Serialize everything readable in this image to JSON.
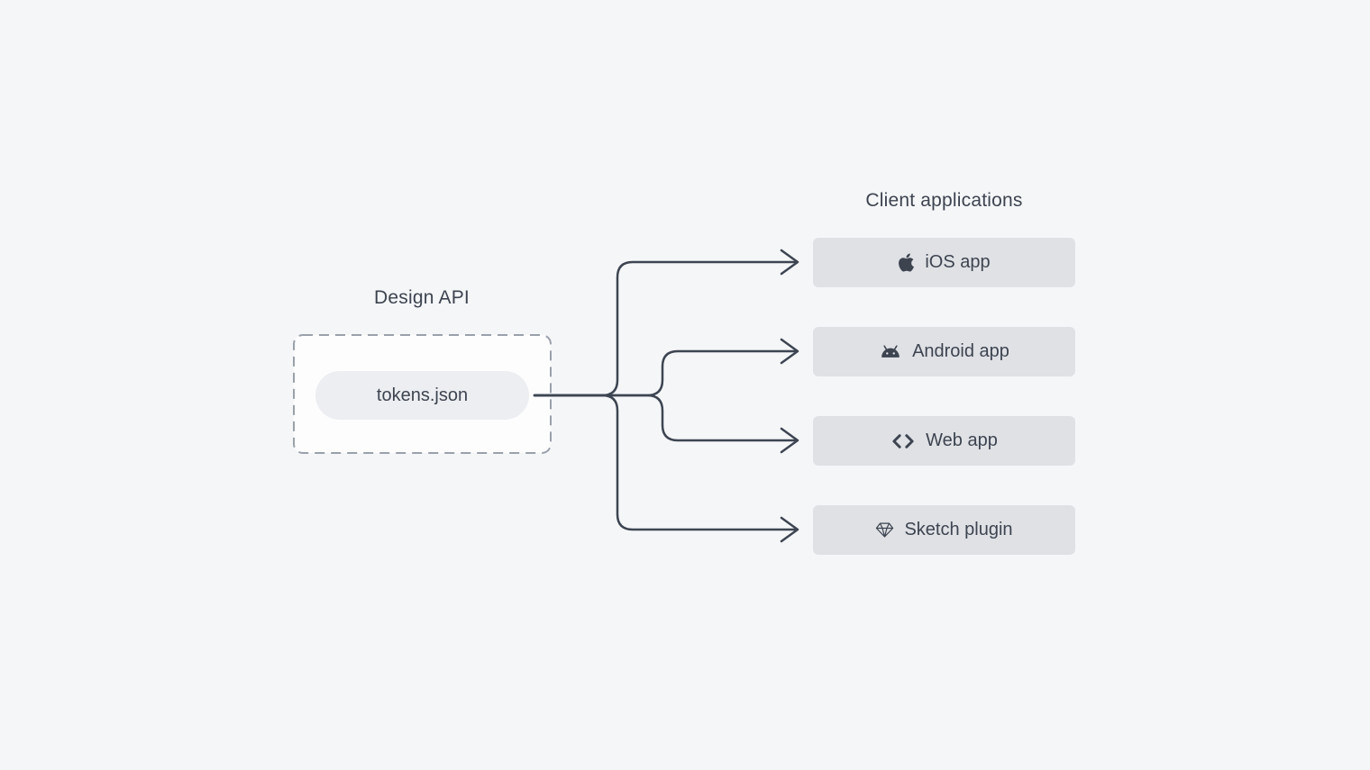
{
  "diagram": {
    "source": {
      "group_label": "Design API",
      "node_label": "tokens.json"
    },
    "clients": {
      "heading": "Client applications",
      "items": [
        {
          "label": "iOS app",
          "icon": "apple-icon"
        },
        {
          "label": "Android app",
          "icon": "android-icon"
        },
        {
          "label": "Web app",
          "icon": "code-icon"
        },
        {
          "label": "Sketch plugin",
          "icon": "diamond-icon"
        }
      ]
    },
    "edges": [
      {
        "from": "tokens.json",
        "to": "iOS app"
      },
      {
        "from": "tokens.json",
        "to": "Android app"
      },
      {
        "from": "tokens.json",
        "to": "Web app"
      },
      {
        "from": "tokens.json",
        "to": "Sketch plugin"
      }
    ],
    "colors": {
      "background": "#f5f6f8",
      "client_node_fill": "#dfe1e5",
      "pill_fill": "#eceef1",
      "group_fill": "#fdfdfe",
      "dashed_border": "#9aa1ab",
      "connector": "#3d4552",
      "text": "#3d4450"
    }
  }
}
